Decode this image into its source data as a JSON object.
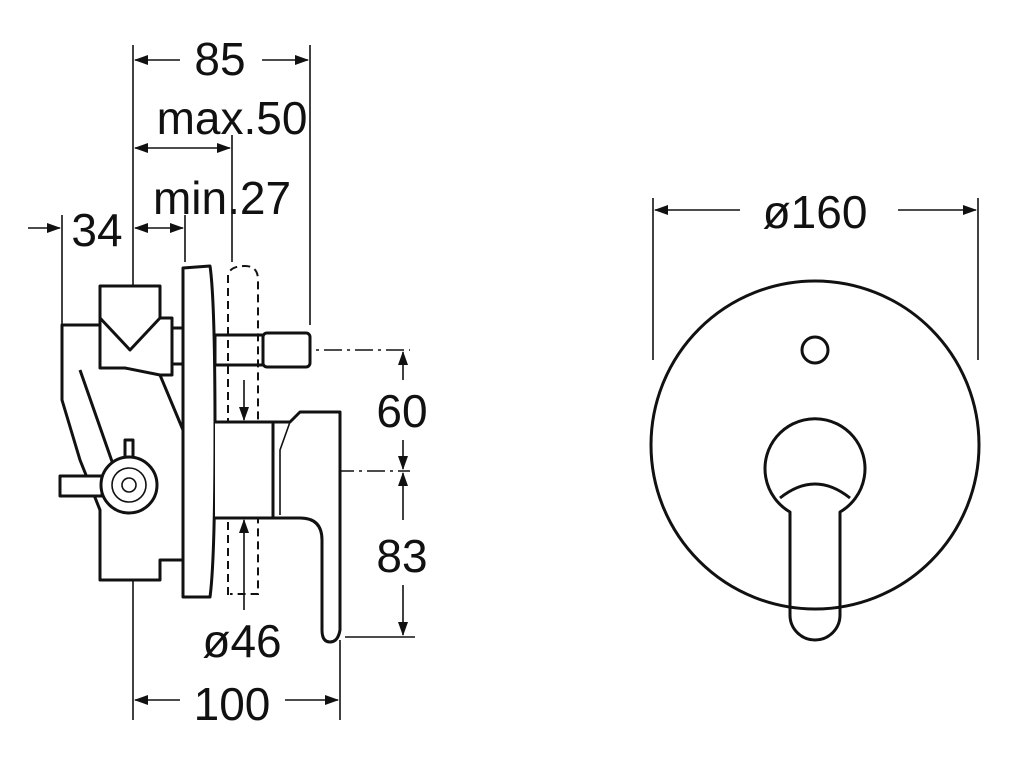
{
  "side_view": {
    "dimensions": {
      "overall_depth": "85",
      "max_wall": "max.50",
      "min_wall": "min.27",
      "body_offset": "34",
      "upper_height": "60",
      "lower_height": "83",
      "sleeve_diameter": "ø46",
      "total_depth": "100"
    }
  },
  "front_view": {
    "dimensions": {
      "plate_diameter": "ø160"
    }
  }
}
